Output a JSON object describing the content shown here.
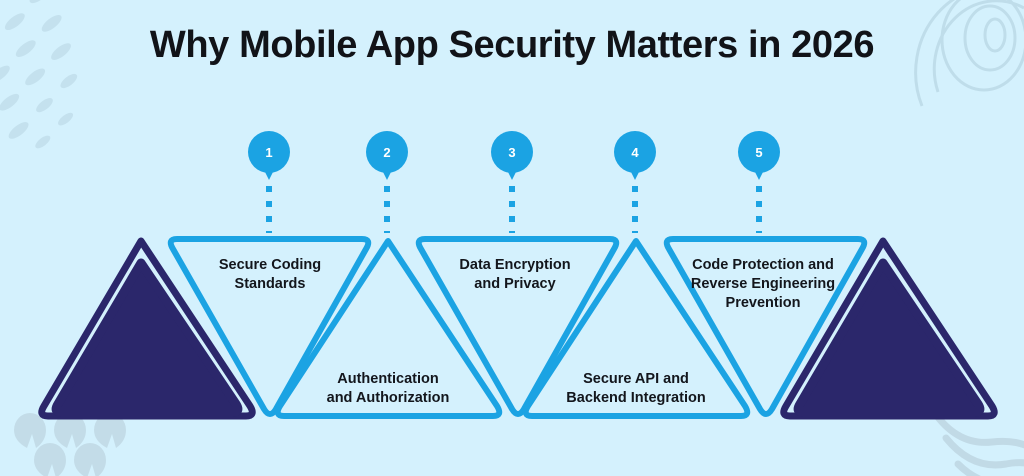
{
  "page": {
    "title": "Why Mobile App Security Matters in 2026",
    "background_color": "#d4f1fd",
    "accent_cyan": "#1ba3e3",
    "accent_navy": "#2b276b",
    "text_color": "#13161c"
  },
  "steps": [
    {
      "number": "1",
      "label": "Secure Coding\nStandards",
      "line1": "Secure Coding",
      "line2": "Standards",
      "line3": "",
      "direction": "down"
    },
    {
      "number": "2",
      "label": "Authentication\nand Authorization",
      "line1": "Authentication",
      "line2": "and Authorization",
      "line3": "",
      "direction": "up"
    },
    {
      "number": "3",
      "label": "Data Encryption\nand Privacy",
      "line1": "Data Encryption",
      "line2": "and Privacy",
      "line3": "",
      "direction": "down"
    },
    {
      "number": "4",
      "label": "Secure API and\nBackend Integration",
      "line1": "Secure API and",
      "line2": "Backend Integration",
      "line3": "",
      "direction": "up"
    },
    {
      "number": "5",
      "label": "Code Protection and\nReverse Engineering\nPrevention",
      "line1": "Code Protection and",
      "line2": "Reverse Engineering",
      "line3": "Prevention",
      "direction": "down"
    }
  ],
  "decorations": {
    "top_left": "diagonal-dashes-pattern",
    "top_right": "concentric-rings-pattern",
    "bottom_left": "crescent-shapes-pattern",
    "bottom_right": "wavy-lines-pattern"
  },
  "end_caps": {
    "left": "navy-filled-triangle",
    "right": "navy-filled-triangle"
  }
}
